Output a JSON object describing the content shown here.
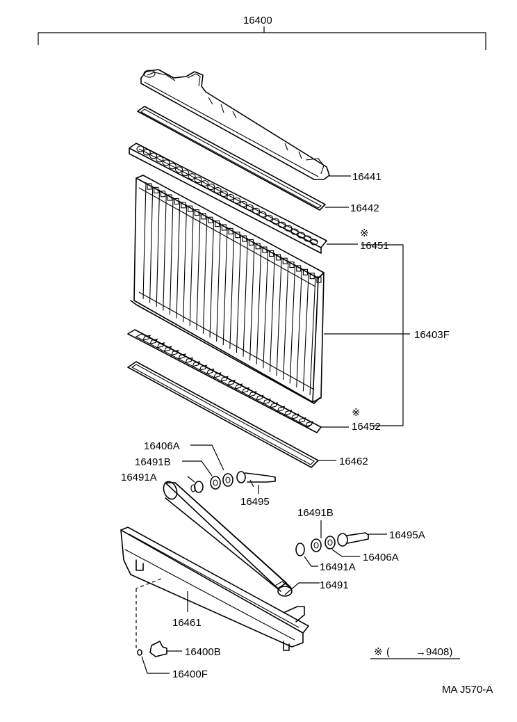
{
  "labels": {
    "assembly": "16400",
    "upper_tank": "16441",
    "upper_gasket": "16442",
    "upper_core_seal_mark": "※",
    "upper_core_seal": "16451",
    "core": "16403F",
    "lower_core_seal_mark": "※",
    "lower_core_seal": "16452",
    "lower_gasket": "16462",
    "plug_left": "16406A",
    "washer_b_left": "16491B",
    "oring_a_left": "16491A",
    "pipe_left": "16495",
    "washer_b_right": "16491B",
    "pipe_right": "16495A",
    "plug_right": "16406A",
    "oring_a_right": "16491A",
    "oil_cooler": "16491",
    "lower_tank": "16461",
    "drain_cock": "16400B",
    "drain_plug": "16400F"
  },
  "footnote": {
    "mark": "※",
    "open": "(",
    "range": "→9408)"
  },
  "diagram_code": "MA J570-A"
}
